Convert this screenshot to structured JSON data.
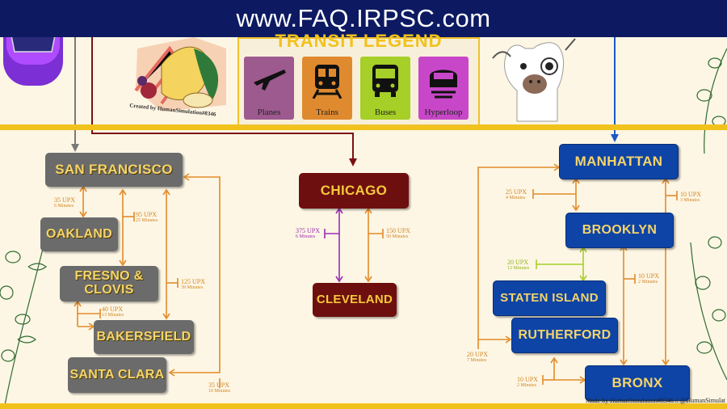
{
  "banner": {
    "text": "www.FAQ.IRPSC.com"
  },
  "legend": {
    "title": "TRANSIT LEGEND",
    "items": [
      {
        "label": "Planes",
        "icon": "plane-icon",
        "color": "#9d5a8f"
      },
      {
        "label": "Trains",
        "icon": "train-icon",
        "color": "#e08a2f"
      },
      {
        "label": "Buses",
        "icon": "bus-icon",
        "color": "#a6cf27"
      },
      {
        "label": "Hyperloop",
        "icon": "hyperloop-icon",
        "color": "#c847c8"
      }
    ]
  },
  "credits": {
    "created_by": "Created by HumanSimulation#8346",
    "made_by": "Made by HumanSimulation#8346 // @HumanSimulat"
  },
  "nodes": {
    "san_francisco": "SAN FRANCISCO",
    "oakland": "OAKLAND",
    "fresno_clovis": "FRESNO & CLOVIS",
    "bakersfield": "BAKERSFIELD",
    "santa_clara": "SANTA CLARA",
    "chicago": "CHICAGO",
    "cleveland": "CLEVELAND",
    "manhattan": "MANHATTAN",
    "brooklyn": "BROOKLYN",
    "staten_island": "STATEN ISLAND",
    "rutherford": "RUTHERFORD",
    "bronx": "BRONX"
  },
  "routes": [
    {
      "upx": "35 UPX",
      "minutes": "6 Minutes"
    },
    {
      "upx": "95 UPX",
      "minutes": "25 Minutes"
    },
    {
      "upx": "125 UPX",
      "minutes": "39 Minutes"
    },
    {
      "upx": "40 UPX",
      "minutes": "13 Minutes"
    },
    {
      "upx": "35 UPX",
      "minutes": "10 Minutes"
    },
    {
      "upx": "375 UPX",
      "minutes": "6 Minutes"
    },
    {
      "upx": "150 UPX",
      "minutes": "50 Minutes"
    },
    {
      "upx": "25 UPX",
      "minutes": "4 Minutes"
    },
    {
      "upx": "10 UPX",
      "minutes": "3 Minutes"
    },
    {
      "upx": "20 UPX",
      "minutes": "12 Minutes"
    },
    {
      "upx": "10 UPX",
      "minutes": "2 Minutes"
    },
    {
      "upx": "20 UPX",
      "minutes": "7 Minutes"
    },
    {
      "upx": "10 UPX",
      "minutes": "2 Minutes"
    }
  ],
  "colors": {
    "banner": "#0d1a62",
    "west_nodes": "#6b6b6b",
    "midwest_nodes": "#6e0f0f",
    "nyc_nodes": "#0e44a6",
    "node_text": "#f5d46a",
    "train_route": "#e28b2a",
    "hyperloop_route": "#9b2bb5",
    "bus_route": "#a6cf27",
    "divider": "#f2c21c"
  }
}
